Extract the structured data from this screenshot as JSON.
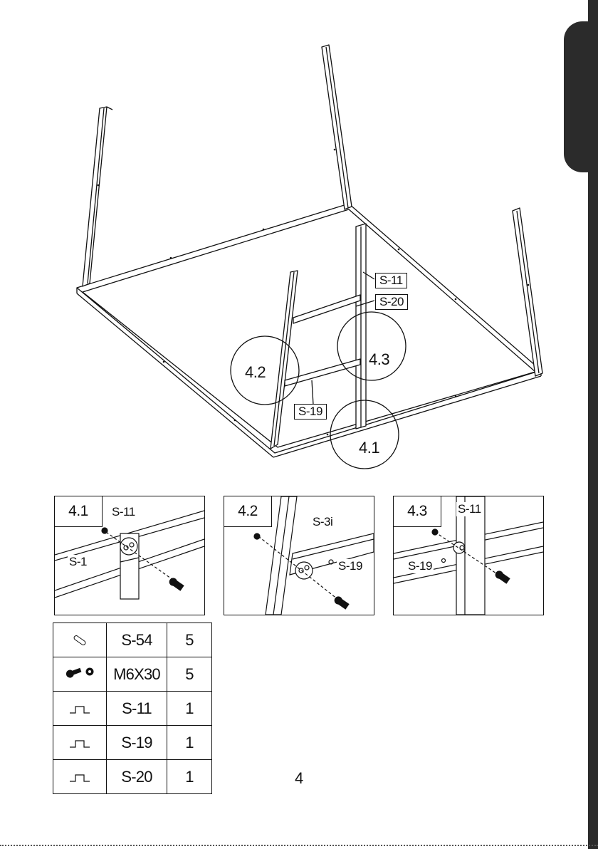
{
  "main_callouts": {
    "s11": "S-11",
    "s20": "S-20",
    "s19": "S-19"
  },
  "circles": {
    "c41": "4.1",
    "c42": "4.2",
    "c43": "4.3"
  },
  "details": [
    {
      "number": "4.1",
      "labels": [
        "S-11",
        "S-1"
      ]
    },
    {
      "number": "4.2",
      "labels": [
        "S-3i",
        "S-19"
      ]
    },
    {
      "number": "4.3",
      "labels": [
        "S-11",
        "S-19"
      ]
    }
  ],
  "parts_table": {
    "rows": [
      {
        "icon": "pin-icon",
        "code": "S-54",
        "qty": "5"
      },
      {
        "icon": "bolt-nut-icon",
        "code": "M6X30",
        "qty": "5"
      },
      {
        "icon": "channel-profile-icon",
        "code": "S-11",
        "qty": "1"
      },
      {
        "icon": "channel-profile-icon",
        "code": "S-19",
        "qty": "1"
      },
      {
        "icon": "channel-profile-icon",
        "code": "S-20",
        "qty": "1"
      }
    ]
  },
  "page_number": "4",
  "colors": {
    "line": "#111111",
    "tab": "#2b2b2b"
  }
}
